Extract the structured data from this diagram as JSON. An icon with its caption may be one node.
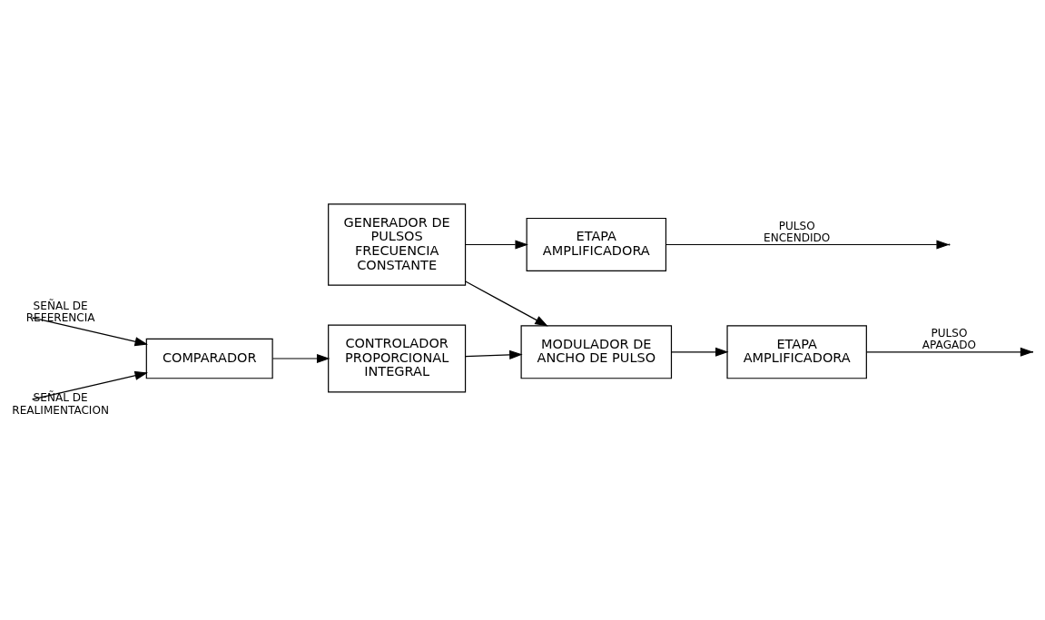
{
  "diagram": {
    "nodes": [
      {
        "text": [
          "GENERADOR DE PULSOS FRECUENCIA CONSTANTE"
        ]
      },
      {
        "text": [
          "ETAPA AMPLIFICADORA"
        ]
      },
      {
        "text": [
          "MODULADOR DE ANCHO DE PULSO"
        ]
      },
      {
        "text": [
          "ETAPA AMPLIFICADORA"
        ]
      },
      {
        "text": [
          "COMPARADOR"
        ]
      },
      {
        "text": [
          "CONTROLADOR PROPORCIONAL INTEGRAL"
        ]
      }
    ],
    "edges": [
      {
        "from": 0,
        "to": 1,
        "arrow": "to"
      },
      {
        "from": 0,
        "to": 2,
        "arrow": "to"
      },
      {
        "from": 1,
        "to": null,
        "arrow": "to",
        "label": "PULSO ENCENDIDO"
      },
      {
        "from": 2,
        "to": 3,
        "arrow": "to"
      },
      {
        "from": 3,
        "to": null,
        "arrow": "to",
        "label": "PULSO APAGADO"
      },
      {
        "from": null,
        "to": 4,
        "arrow": "to",
        "label": "SEÑAL DE REFERENCIA"
      },
      {
        "from": null,
        "to": 4,
        "arrow": "to",
        "label": "SEÑAL DE REALIMENTACION"
      },
      {
        "from": 4,
        "to": 5,
        "arrow": "to"
      },
      {
        "from": 5,
        "to": 2,
        "arrow": "to"
      }
    ]
  }
}
